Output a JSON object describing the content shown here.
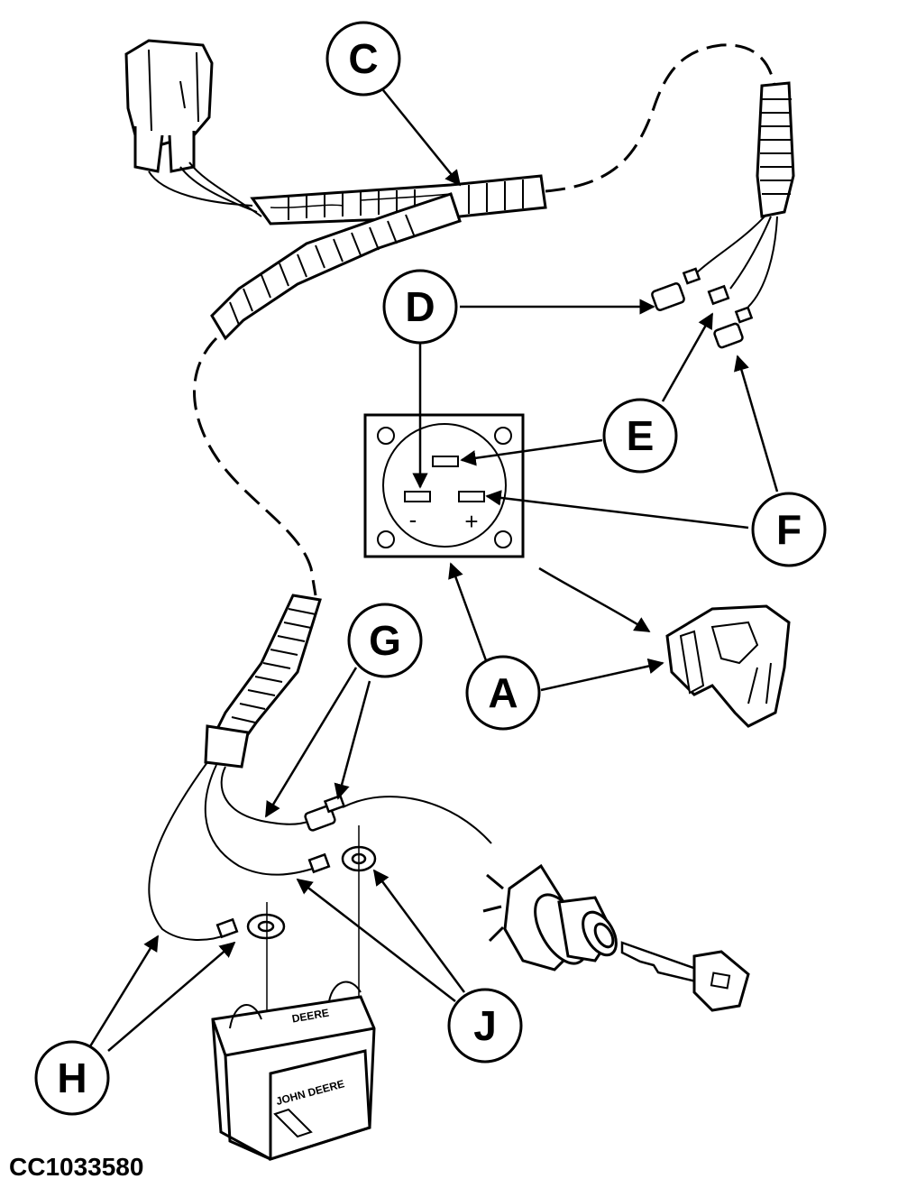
{
  "diagram": {
    "reference_code": "CC1033580",
    "callouts": {
      "A": "A",
      "C": "C",
      "D": "D",
      "E": "E",
      "F": "F",
      "G": "G",
      "H": "H",
      "J": "J"
    },
    "socket_labels": {
      "minus": "-",
      "plus": "+"
    },
    "battery_labels": {
      "brand": "JOHN DEERE",
      "top_brand": "DEERE"
    }
  },
  "colors": {
    "line": "#000000",
    "background": "#ffffff"
  }
}
